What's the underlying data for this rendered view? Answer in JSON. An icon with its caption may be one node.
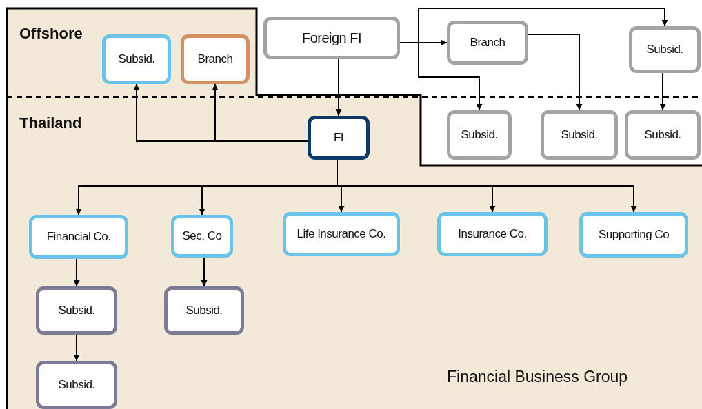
{
  "diagram": {
    "nodes": [
      {
        "text": [
          "Subsid."
        ]
      },
      {
        "text": [
          "Branch"
        ]
      },
      {
        "text": [
          "Foreign FI"
        ]
      },
      {
        "text": [
          "Branch"
        ]
      },
      {
        "text": [
          "Subsid."
        ]
      },
      {
        "text": [
          "FI"
        ]
      },
      {
        "text": [
          "Subsid."
        ]
      },
      {
        "text": [
          "Subsid."
        ]
      },
      {
        "text": [
          "Subsid."
        ]
      },
      {
        "text": [
          "Financial Co."
        ]
      },
      {
        "text": [
          "Sec. Co"
        ]
      },
      {
        "text": [
          "Life Insurance Co."
        ]
      },
      {
        "text": [
          "Insurance Co."
        ]
      },
      {
        "text": [
          "Supporting Co"
        ]
      },
      {
        "text": [
          "Subsid."
        ]
      },
      {
        "text": [
          "Subsid."
        ]
      },
      {
        "text": [
          "Subsid."
        ]
      }
    ],
    "edges": [
      {
        "from": 5,
        "to": 0,
        "arrow": "to"
      },
      {
        "from": 5,
        "to": 1,
        "arrow": "to"
      },
      {
        "from": 2,
        "to": 5,
        "arrow": "to"
      },
      {
        "from": 2,
        "to": 3,
        "arrow": "to"
      },
      {
        "from": 2,
        "to": 4,
        "arrow": "to"
      },
      {
        "from": 2,
        "to": 6,
        "arrow": "to"
      },
      {
        "from": 3,
        "to": 7,
        "arrow": "to"
      },
      {
        "from": 4,
        "to": 8,
        "arrow": "to"
      },
      {
        "from": 5,
        "to": 9,
        "arrow": "to"
      },
      {
        "from": 5,
        "to": 10,
        "arrow": "to"
      },
      {
        "from": 5,
        "to": 11,
        "arrow": "to"
      },
      {
        "from": 5,
        "to": 12,
        "arrow": "to"
      },
      {
        "from": 5,
        "to": 13,
        "arrow": "to"
      },
      {
        "from": 9,
        "to": 14,
        "arrow": "to"
      },
      {
        "from": 10,
        "to": 15,
        "arrow": "to"
      },
      {
        "from": 14,
        "to": 16,
        "arrow": "to"
      }
    ],
    "labels": [
      "Offshore",
      "Thailand",
      "Financial Business Group"
    ]
  }
}
